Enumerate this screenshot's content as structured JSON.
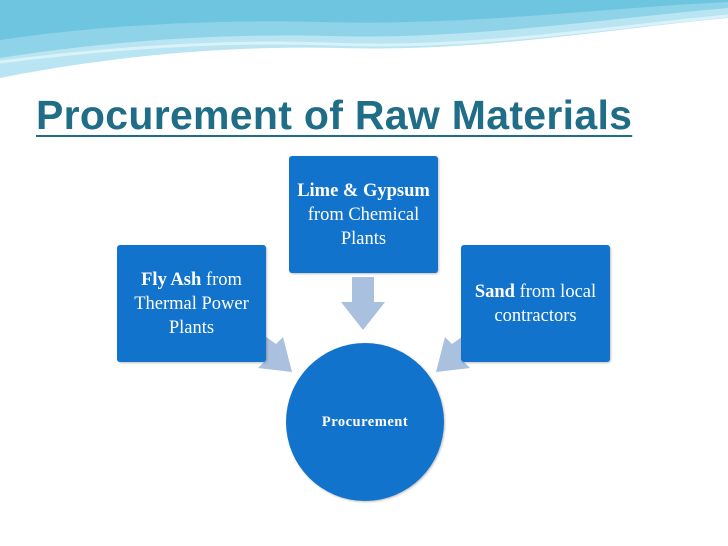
{
  "title": "Procurement of Raw Materials",
  "colors": {
    "title": "#1f6d86",
    "box": "#1273cc",
    "arrow": "#a9c0df",
    "wave": "#8fd3e8"
  },
  "nodes": {
    "left": {
      "bold": "Fly Ash",
      "text": " from Thermal Power Plants"
    },
    "top": {
      "bold": "Lime & Gypsum",
      "text": " from Chemical Plants"
    },
    "right": {
      "bold": "Sand",
      "text": " from local contractors"
    },
    "center": {
      "label": "Procurement"
    }
  }
}
